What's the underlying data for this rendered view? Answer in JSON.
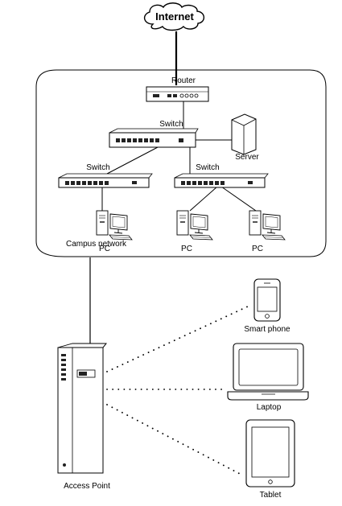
{
  "labels": {
    "internet": "Internet",
    "router": "Router",
    "switch_top": "Switch",
    "switch_left": "Switch",
    "switch_right": "Switch",
    "server": "Server",
    "campus_network": "Campus network",
    "pc_left": "PC",
    "pc_mid": "PC",
    "pc_right": "PC",
    "access_point": "Access Point",
    "smart_phone": "Smart phone",
    "laptop": "Laptop",
    "tablet": "Tablet"
  },
  "icons": [
    "cloud-icon",
    "router-icon",
    "switch-icon",
    "server-icon",
    "pc-icon",
    "access-point-icon",
    "smartphone-icon",
    "laptop-icon",
    "tablet-icon"
  ],
  "colors": {
    "line": "#000000",
    "device_fill": "#ffffff",
    "port": "#222222"
  }
}
